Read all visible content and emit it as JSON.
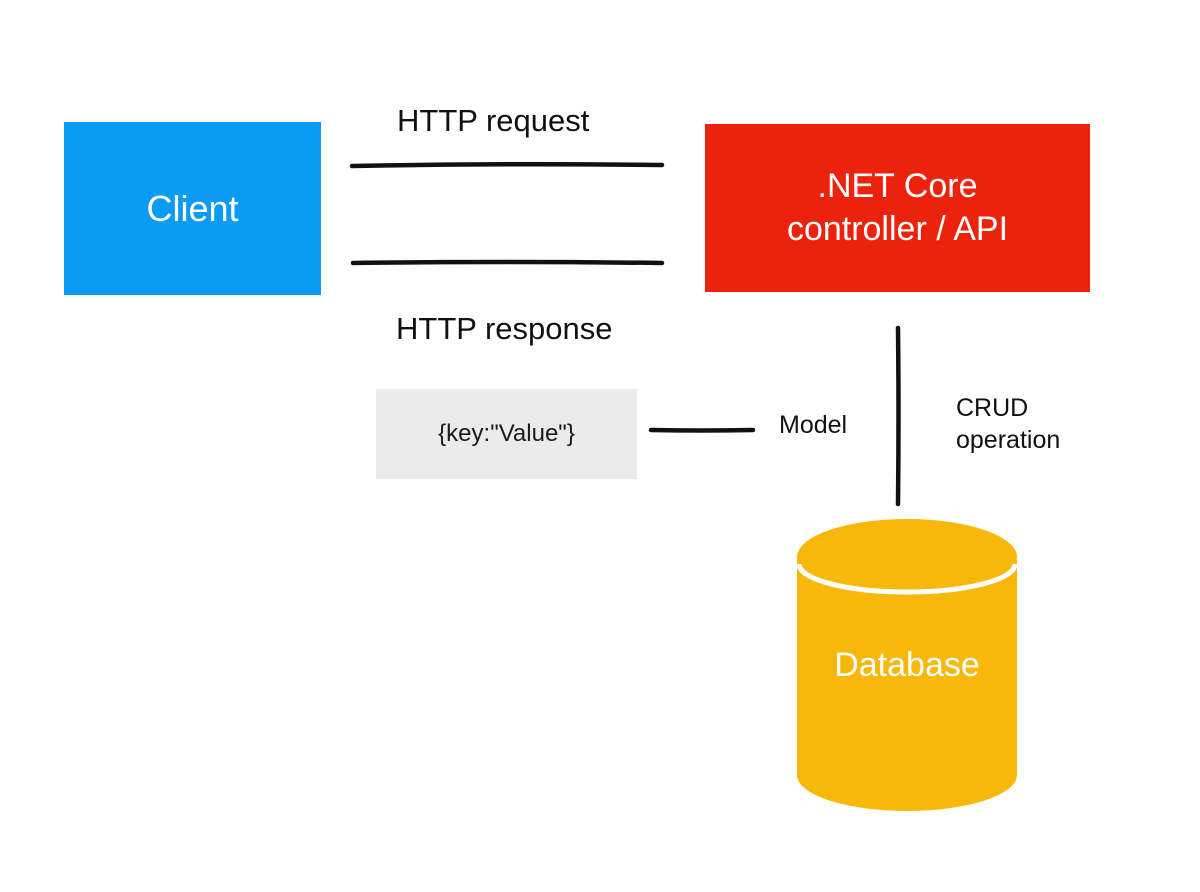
{
  "colors": {
    "client": "#0a9cf5",
    "api": "#ed220d",
    "model_box": "#ebebeb",
    "database": "#f7b80a",
    "connector": "#111111",
    "text_on_color": "#ffffff",
    "text_dark": "#111111"
  },
  "nodes": {
    "client": {
      "label": "Client"
    },
    "api": {
      "line1": ".NET Core",
      "line2": "controller / API"
    },
    "model_box": {
      "label": "{key:\"Value\"}"
    },
    "database": {
      "label": "Database"
    }
  },
  "edges": {
    "request": {
      "label": "HTTP request"
    },
    "response": {
      "label": "HTTP response"
    },
    "model": {
      "label": "Model"
    },
    "crud": {
      "line1": "CRUD",
      "line2": "operation"
    }
  }
}
